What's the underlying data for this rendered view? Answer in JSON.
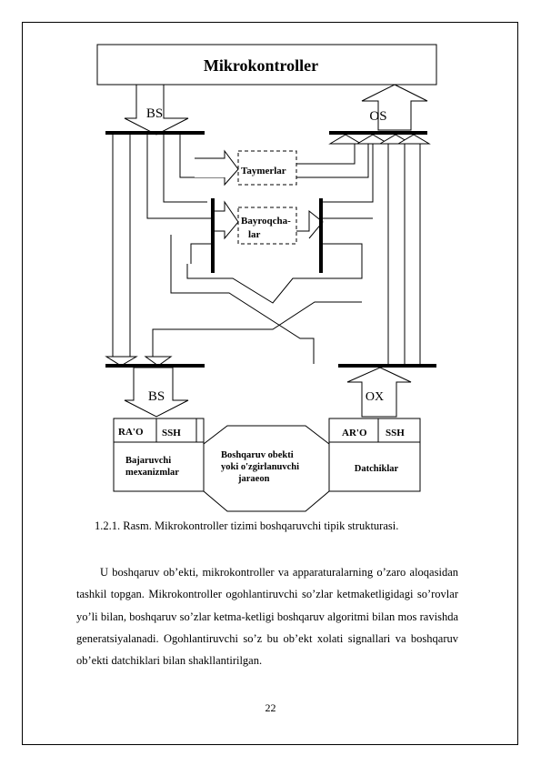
{
  "diagram": {
    "mcu_title": "Mikrokontroller",
    "bus_bs_top": "BS",
    "bus_os_top": "OS",
    "timers": "Taymerlar",
    "flags_line1": "Bayroqcha-",
    "flags_line2": "lar",
    "bus_bs_bottom": "BS",
    "bus_ox_bottom": "OX",
    "dac": "RA'O",
    "ssh_left": "SSH",
    "actuators_line1": "Bajaruvchi",
    "actuators_line2": "mexanizmlar",
    "object_line1": "Boshqaruv obekti",
    "object_line2": "yoki o'zgirlanuvchi",
    "object_line3": "jaraeon",
    "adc": "AR'O",
    "ssh_right": "SSH",
    "sensors": "Datchiklar"
  },
  "caption": "1.2.1. Rasm. Mikrokontroller tizimi boshqaruvchi tipik strukturasi.",
  "paragraph": "U boshqaruv ob’ekti, mikrokontroller va apparaturalarning o’zaro aloqasidan tashkil topgan. Mikrokontroller ogohlantiruvchi so’zlar ketmaketligidagi so’rovlar yo’li bilan, boshqaruv so’zlar ketma-ketligi boshqaruv algoritmi bilan mos ravishda generatsiyalanadi. Ogohlantiruvchi so’z bu ob’ekt xolati signallari va boshqaruv ob’ekti datchiklari bilan shakllantirilgan.",
  "page_number": "22"
}
